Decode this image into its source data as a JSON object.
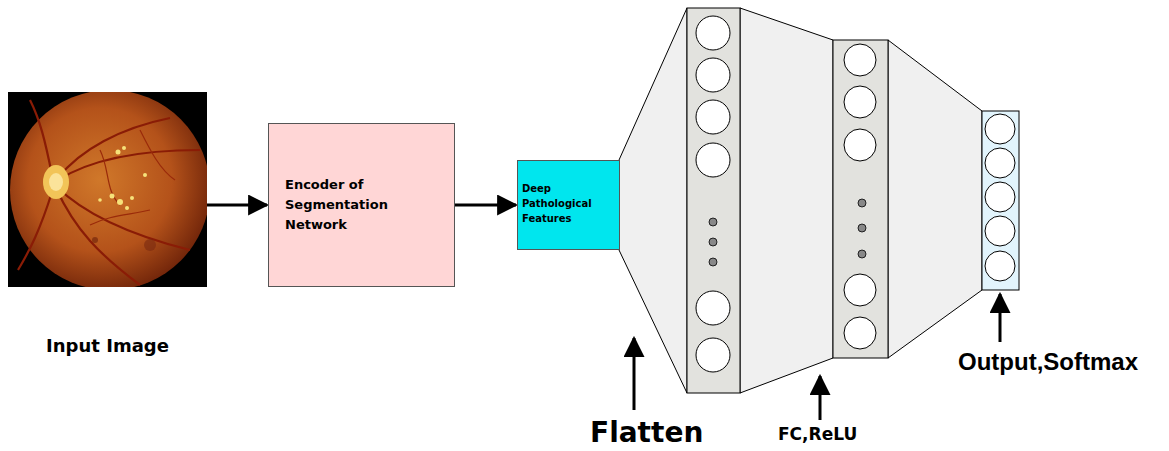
{
  "diagram": {
    "nodes": [
      {
        "text": [
          "Input Image"
        ]
      },
      {
        "text": [
          "Encoder of Segmentation Network"
        ]
      },
      {
        "text": [
          "Deep Pathological Features"
        ]
      }
    ],
    "edges": [
      {
        "from": 0,
        "to": 1,
        "arrow": "to"
      },
      {
        "from": 1,
        "to": 2,
        "arrow": "to"
      }
    ],
    "labels": [
      "Flatten",
      "FC,ReLU",
      "Output,Softmax"
    ]
  }
}
